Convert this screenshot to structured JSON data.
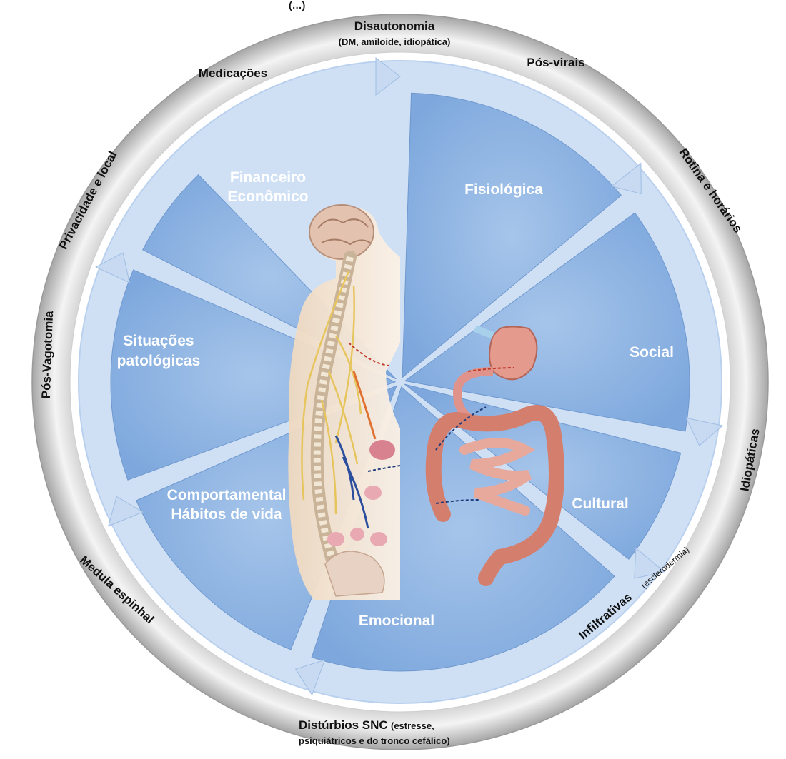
{
  "top_fragment": "(…)",
  "outer_ring": {
    "disautonomia": "Disautonomia",
    "disautonomia_sub": "(DM, amiloide, idiopática)",
    "pos_virais": "Pós-virais",
    "rotina": "Rotina e horários",
    "idiopaticas": "Idiopáticas",
    "infiltrativas": "Infiltrativas",
    "infiltrativas_sub": "(esclerodermia)",
    "snc_title": "Distúrbios SNC",
    "snc_sub1": "(estresse,",
    "snc_sub2": "psiquiátricos e do tronco cefálico)",
    "medula": "Medula espinhal",
    "pos_vagotomia": "Pós-Vagotomia",
    "privacidade": "Privacidade e local",
    "medicacoes": "Medicações"
  },
  "segments": {
    "financeiro_1": "Financeiro",
    "financeiro_2": "Econômico",
    "fisiologica": "Fisiológica",
    "social": "Social",
    "cultural": "Cultural",
    "emocional": "Emocional",
    "comportamental_1": "Comportamental",
    "comportamental_2": "Hábitos de vida",
    "situacoes_1": "Situações",
    "situacoes_2": "patológicas"
  },
  "colors": {
    "segment_fill": "#8db3e2",
    "segment_edge": "#6f98cf",
    "arrow_fill": "#c7daf2",
    "ring_outer": "#d9d9d9",
    "ring_inner": "#f5f5f5",
    "body_skin": "#f6e6d3",
    "nerve": "#e7c96a",
    "intestine": "#d98f7d"
  }
}
